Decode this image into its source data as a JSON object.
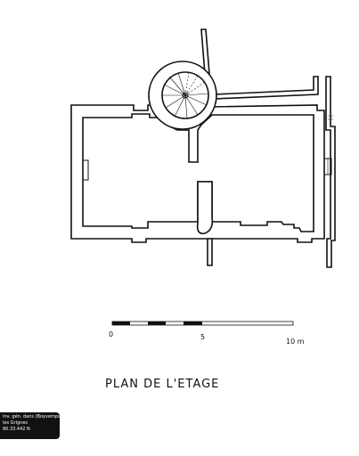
{
  "plan": {
    "title": "PLAN DE L'ETAGE"
  },
  "scale_bar": {
    "labels": [
      "0",
      "5",
      "10 m"
    ],
    "max_value": 10,
    "unit": "m"
  },
  "archive_stamp": {
    "lines": [
      "Inv. gén. dans (Boyvemps)",
      "les Grignes",
      "80.33.442 N"
    ]
  }
}
